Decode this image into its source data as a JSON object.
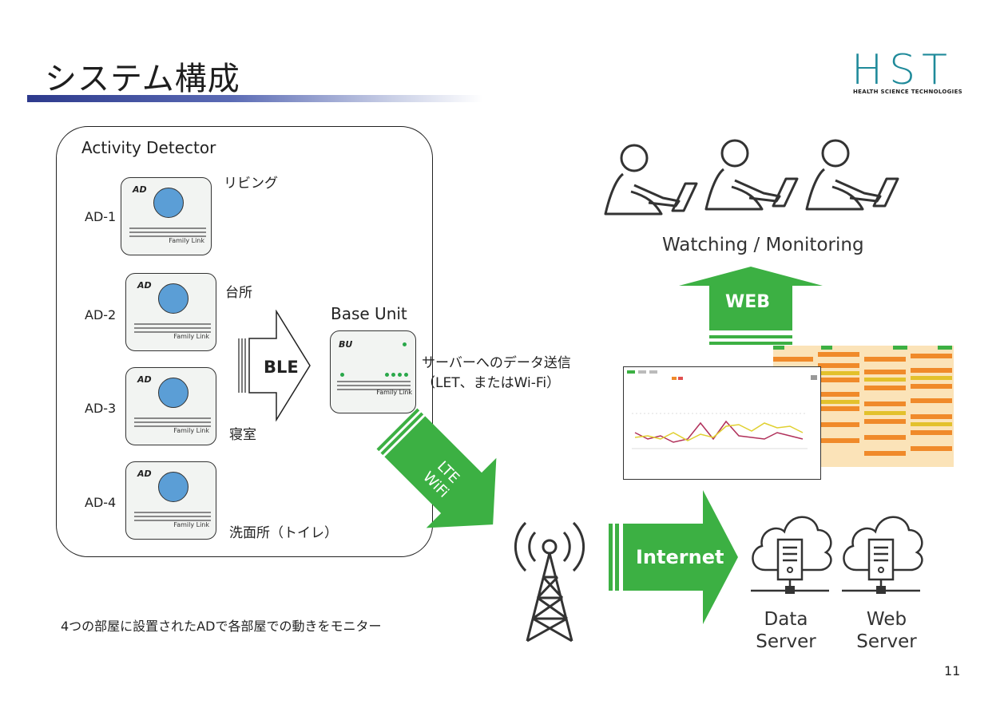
{
  "title": "システム構成",
  "logo": {
    "text": "HST",
    "subtitle": "HEALTH SCIENCE TECHNOLOGIES",
    "color": "#1f8a9a"
  },
  "panel": {
    "title": "Activity Detector"
  },
  "devices": [
    {
      "id": "AD-1",
      "tag": "AD",
      "room": "リビング",
      "brand": "Family Link"
    },
    {
      "id": "AD-2",
      "tag": "AD",
      "room": "台所",
      "brand": "Family Link"
    },
    {
      "id": "AD-3",
      "tag": "AD",
      "room": "寝室",
      "brand": "Family Link"
    },
    {
      "id": "AD-4",
      "tag": "AD",
      "room": "洗面所（トイレ）",
      "brand": "Family Link"
    }
  ],
  "ble_label": "BLE",
  "base_unit": {
    "title": "Base Unit",
    "tag": "BU",
    "brand": "Family Link"
  },
  "server_send": {
    "line1": "サーバーへのデータ送信",
    "line2": "（LET、またはWi-Fi）"
  },
  "lte_label": {
    "line1": "LTE",
    "line2": "WiFi"
  },
  "internet_label": "Internet",
  "web_label": "WEB",
  "watching_label": "Watching / Monitoring",
  "servers": [
    {
      "line1": "Data",
      "line2": "Server"
    },
    {
      "line1": "Web",
      "line2": "Server"
    }
  ],
  "note": "4つの部屋に設置されたADで各部屋での動きをモニター",
  "page_number": "11",
  "colors": {
    "arrow_green": "#3cb043",
    "led_blue": "#5b9ed6",
    "title_bar": "#2d3a8c"
  }
}
